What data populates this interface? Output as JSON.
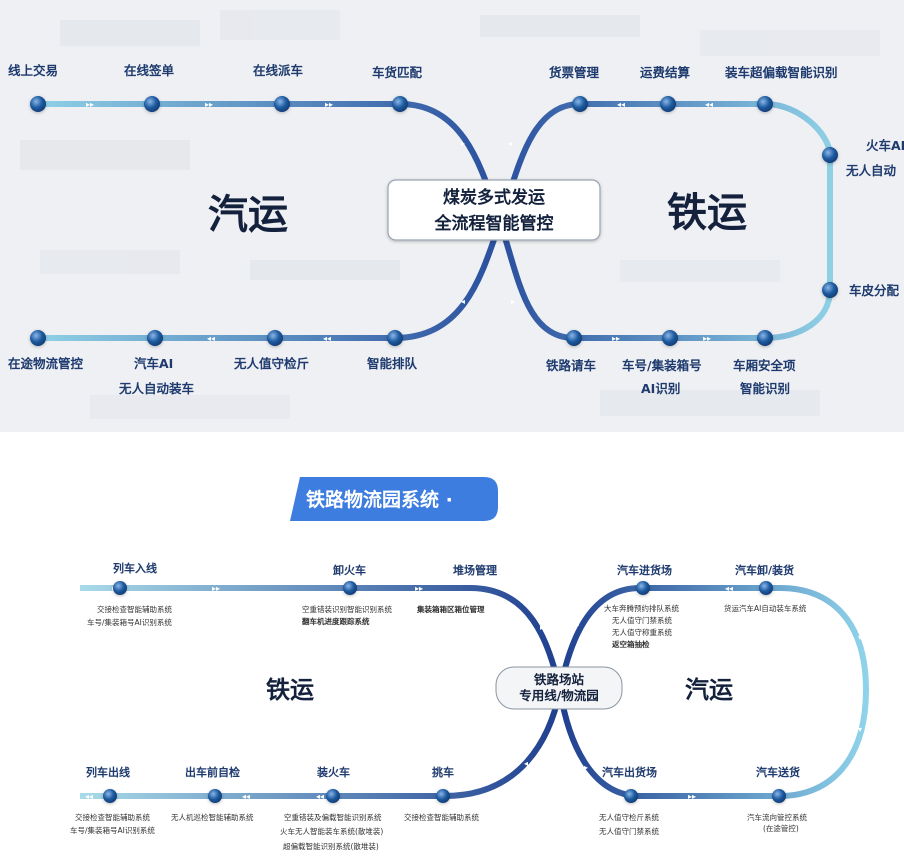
{
  "top_panel": {
    "left_label": "汽运",
    "right_label": "铁运",
    "center_line1": "煤炭多式发运",
    "center_line2": "全流程智能管控",
    "nodes": {
      "online_trade": "线上交易",
      "online_sign": "在线签单",
      "online_dispatch": "在线派车",
      "match": "车货匹配",
      "ticket_mgmt": "货票管理",
      "freight_settle": "运费结算",
      "overload_ai": "装车超偏载智能识别",
      "train_ai_1": "火车AI",
      "train_ai_2": "无人自动",
      "belt": "车皮分配",
      "car_safety_1": "车厢安全项",
      "car_safety_2": "智能识别",
      "container_ai_1": "车号/集装箱号",
      "container_ai_2": "AI识别",
      "rail_request": "铁路请车",
      "smart_queue": "智能排队",
      "unmanned_scale": "无人值守检斤",
      "truck_ai_1": "汽车AI",
      "truck_ai_2": "无人自动装车",
      "in_transit": "在途物流管控"
    }
  },
  "bottom_panel": {
    "badge": "铁路物流园系统 ·",
    "left_label": "铁运",
    "right_label": "汽运",
    "center_line1": "铁路场站",
    "center_line2": "专用线/物流园",
    "nodes": {
      "train_in": {
        "title": "列车入线",
        "notes": [
          "交接检查智能辅助系统",
          "车号/集装箱号AI识别系统"
        ]
      },
      "unload": {
        "title": "卸火车",
        "notes": [
          "空重错装识别智能识别系统",
          "翻车机进度跟踪系统"
        ]
      },
      "yard": {
        "title": "堆场管理",
        "notes": [
          "集装箱箱区箱位管理"
        ]
      },
      "truck_in": {
        "title": "汽车进货场",
        "notes": [
          "大车奔腾预约排队系统",
          "无人值守门禁系统",
          "无人值守称重系统",
          "返空箱抽检"
        ]
      },
      "truck_unload": {
        "title": "汽车卸/装货",
        "notes": [
          "货运汽车AI自动装车系统"
        ]
      },
      "truck_send": {
        "title": "汽车送货",
        "notes": [
          "汽车流向管控系统",
          "(在途管控)"
        ]
      },
      "truck_out": {
        "title": "汽车出货场",
        "notes": [
          "无人值守检斤系统",
          "无人值守门禁系统"
        ]
      },
      "shunt": {
        "title": "挑车",
        "notes": [
          "交接检查智能辅助系统"
        ]
      },
      "load": {
        "title": "装火车",
        "notes": [
          "空重错装及偏载智能识别系统",
          "火车无人智能装车系统(散堆装)",
          "超偏载智能识别系统(散堆装)"
        ]
      },
      "pre_check": {
        "title": "出车前自检",
        "notes": [
          "无人机巡检智能辅助系统"
        ]
      },
      "train_out": {
        "title": "列车出线",
        "notes": [
          "交接检查智能辅助系统",
          "车号/集装箱号AI识别系统"
        ]
      }
    }
  },
  "colors": {
    "track_light": "#8fd0e6",
    "track_dark": "#2a4f9e",
    "node": "#1d5a9f",
    "badge": "#3d7de0",
    "top_bg": "#eef0f3"
  }
}
